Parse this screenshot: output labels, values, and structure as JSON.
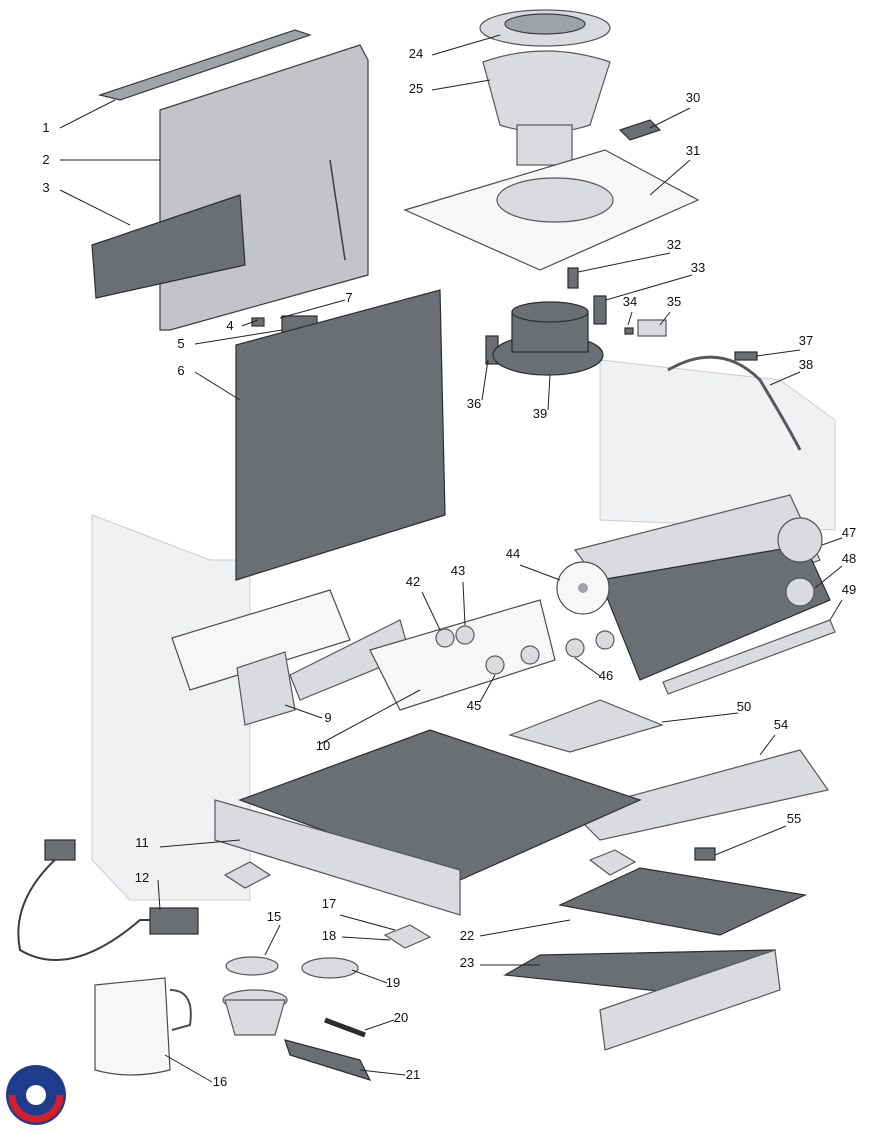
{
  "labels": [
    "1",
    "2",
    "3",
    "4",
    "5",
    "6",
    "7",
    "9",
    "10",
    "11",
    "12",
    "15",
    "16",
    "17",
    "18",
    "19",
    "20",
    "21",
    "22",
    "23",
    "24",
    "25",
    "30",
    "31",
    "32",
    "33",
    "34",
    "35",
    "36",
    "37",
    "38",
    "39",
    "42",
    "43",
    "44",
    "45",
    "46",
    "47",
    "48",
    "49",
    "50",
    "54",
    "55"
  ],
  "colors": {
    "logo_blue": "#1f3c8c",
    "logo_red": "#d41f2b",
    "part_dark": "#6b6e72",
    "part_light": "#d9dbde"
  }
}
